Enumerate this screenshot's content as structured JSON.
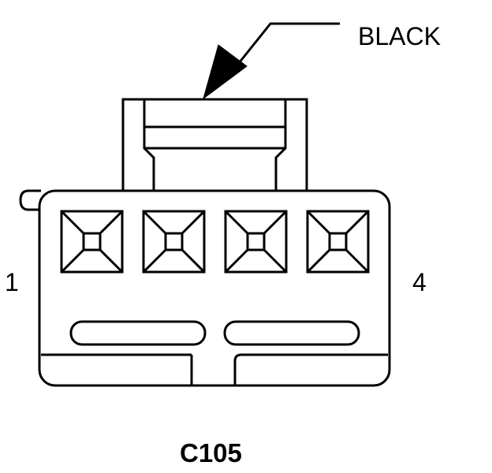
{
  "connector": {
    "id": "C105",
    "color": "BLACK",
    "pin_first": "1",
    "pin_last": "4",
    "cavity_count": 4
  },
  "colors": {
    "line": "#000000",
    "fill": "#ffffff"
  }
}
